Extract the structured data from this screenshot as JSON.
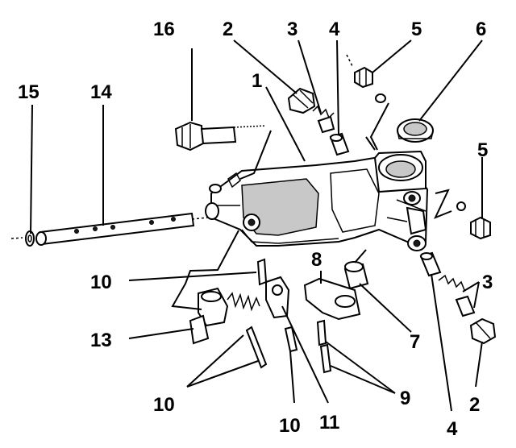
{
  "callouts": {
    "c1": "1",
    "c2a": "2",
    "c2b": "2",
    "c3a": "3",
    "c3b": "3",
    "c4a": "4",
    "c4b": "4",
    "c5a": "5",
    "c5b": "5",
    "c6": "6",
    "c7": "7",
    "c8": "8",
    "c9": "9",
    "c10a": "10",
    "c10b": "10",
    "c10c": "10",
    "c11": "11",
    "c13": "13",
    "c14": "14",
    "c15": "15",
    "c16": "16"
  }
}
